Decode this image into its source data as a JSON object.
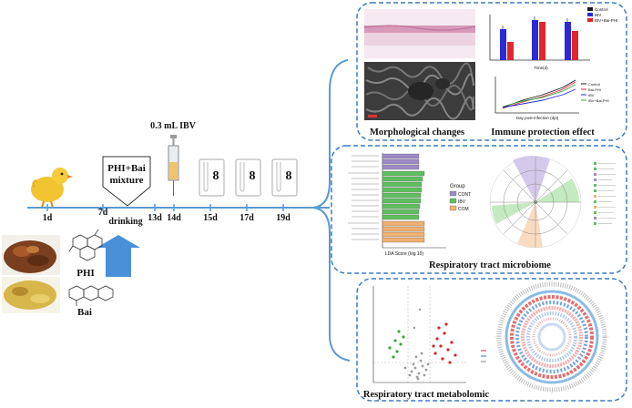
{
  "timeline": {
    "days": [
      "1d",
      "7d",
      "13d",
      "14d",
      "15d",
      "17d",
      "19d"
    ],
    "mixture_label_line1": "PHI+Bai",
    "mixture_label_line2": "mixture",
    "drinking_label": "drinking",
    "injection_label": "0.3 mL IBV",
    "tube_counts": [
      "8",
      "8",
      "8"
    ]
  },
  "compounds": {
    "phi_label": "PHI",
    "bai_label": "Bai"
  },
  "panel_top": {
    "morph_caption": "Morphological changes",
    "immune_caption": "Immune protection effect",
    "bar_chart": {
      "legend": [
        "Control",
        "IBV",
        "IBV+Bai-PHI"
      ],
      "colors": [
        "#1a1a1a",
        "#2a2ad8",
        "#e0262a"
      ],
      "xlabel": "Time(d)"
    },
    "line_chart": {
      "legend": [
        "Control",
        "Bai-PHI",
        "IBV",
        "IBV+Bai-PHI"
      ],
      "xlabel": "Day post-infection (dpi)"
    }
  },
  "panel_mid": {
    "caption": "Respiratory tract microbiome",
    "lda": {
      "xlabel": "LDA Score (log 10)",
      "group_title": "Group",
      "groups": [
        "CONT",
        "IBV",
        "COM"
      ],
      "group_colors": [
        "#9b8ac6",
        "#5fbf5f",
        "#f0b070"
      ]
    }
  },
  "panel_bottom": {
    "caption": "Respiratory tract metabolomic"
  },
  "colors": {
    "dashed_border": "#3a7cc0",
    "arrow_blue": "#4a90d9",
    "timeline_line": "#5a9bd4"
  }
}
